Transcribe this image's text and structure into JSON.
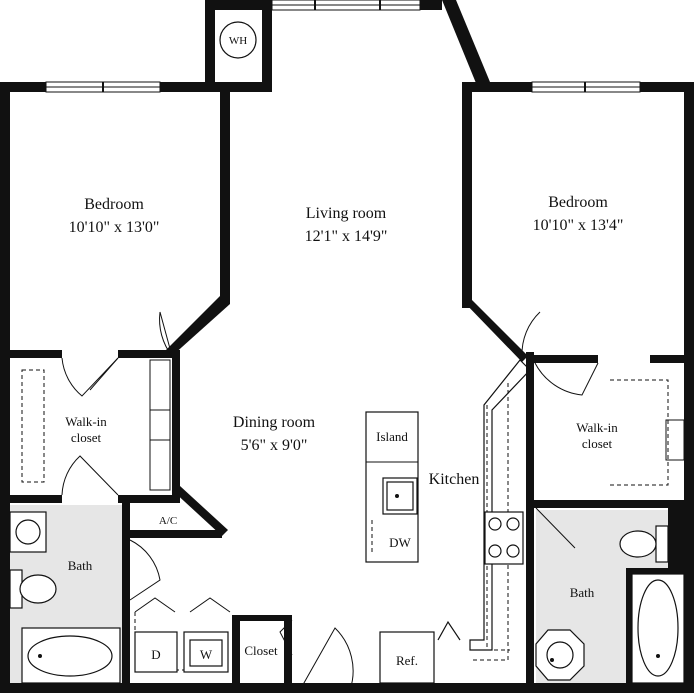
{
  "rooms": {
    "bedroom_left": {
      "name": "Bedroom",
      "size": "10'10\" x 13'0\""
    },
    "living_room": {
      "name": "Living room",
      "size": "12'1\" x 14'9\""
    },
    "bedroom_right": {
      "name": "Bedroom",
      "size": "10'10\" x 13'4\""
    },
    "dining_room": {
      "name": "Dining room",
      "size": "5'6\" x 9'0\""
    },
    "walkin_left": {
      "line1": "Walk-in",
      "line2": "closet"
    },
    "walkin_right": {
      "line1": "Walk-in",
      "line2": "closet"
    },
    "bath_left": {
      "name": "Bath"
    },
    "bath_right": {
      "name": "Bath"
    },
    "kitchen": {
      "name": "Kitchen"
    },
    "island": {
      "name": "Island"
    },
    "dishwasher": {
      "name": "DW"
    },
    "refrigerator": {
      "name": "Ref."
    },
    "closet": {
      "name": "Closet"
    },
    "dryer": {
      "name": "D"
    },
    "washer": {
      "name": "W"
    },
    "ac": {
      "name": "A/C"
    },
    "water_heater": {
      "name": "WH"
    }
  },
  "colors": {
    "wall": "#111111",
    "bath_floor": "#e6e6e6",
    "background": "#ffffff"
  }
}
